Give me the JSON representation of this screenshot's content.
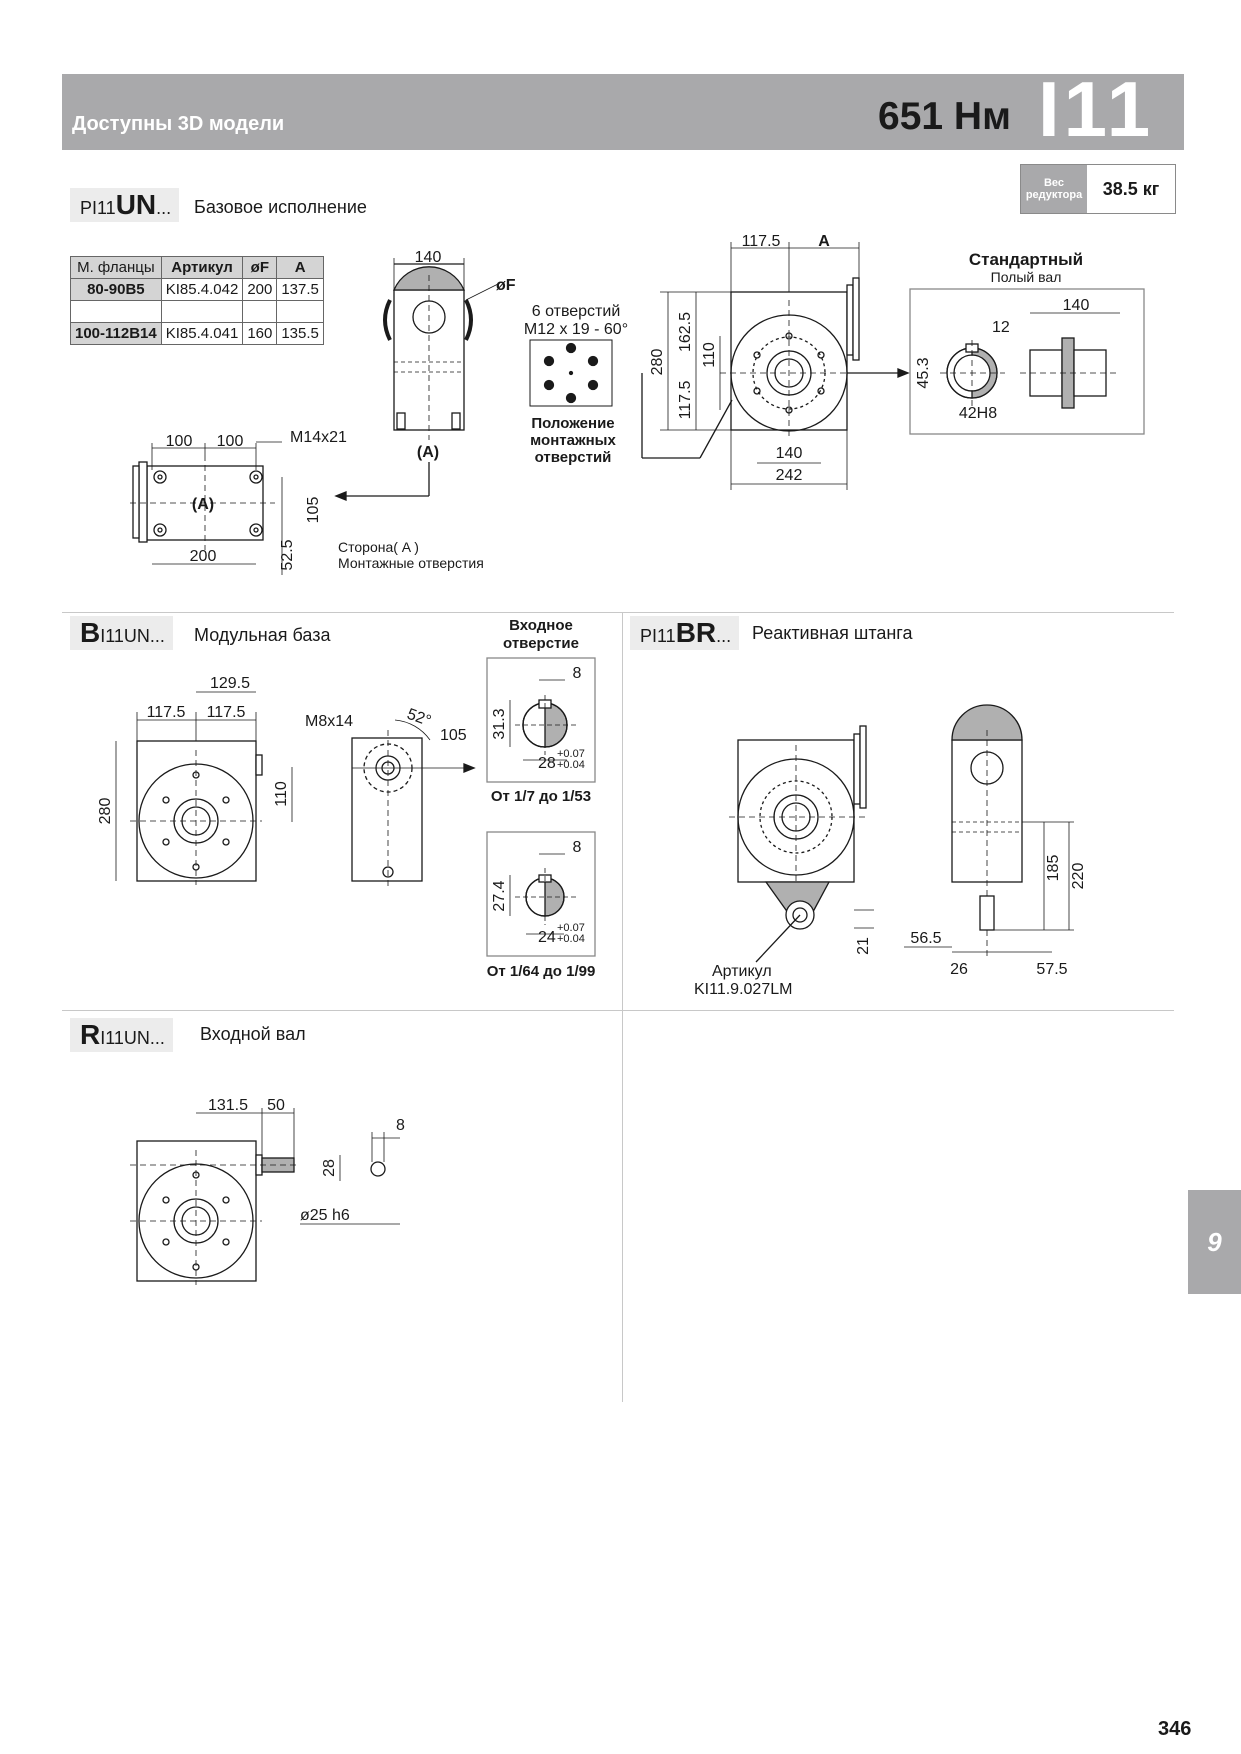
{
  "header": {
    "left_text": "Доступны 3D модели",
    "torque": "651 Нм",
    "code": "I11"
  },
  "weight": {
    "label_line1": "Вес",
    "label_line2": "редуктора",
    "value": "38.5 кг"
  },
  "section_base": {
    "tag_small": "PI11",
    "tag_big": "UN",
    "tag_suffix": "...",
    "title": "Базовое исполнение",
    "table": {
      "headers": [
        "М. фланцы",
        "Артикул",
        "øF",
        "A"
      ],
      "rows": [
        [
          "80-90B5",
          "KI85.4.042",
          "200",
          "137.5"
        ],
        [
          "",
          "",
          "",
          ""
        ],
        [
          "100-112B14",
          "KI85.4.041",
          "160",
          "135.5"
        ]
      ]
    },
    "dims": {
      "top_width": "140",
      "phi_f": "øF",
      "flange_a": "(A)",
      "d100a": "100",
      "d100b": "100",
      "thread": "M14x21",
      "d200": "200",
      "d105": "105",
      "d52_5": "52.5",
      "side_a_line1": "Сторона( A )",
      "side_a_line2": "Монтажные отверстия",
      "holes_line1": "6 отверстий",
      "holes_line2": "M12 x 19 - 60°",
      "pos_line1": "Положение",
      "pos_line2": "монтажных",
      "pos_line3": "отверстий",
      "d117_5": "117.5",
      "dA": "A",
      "d280": "280",
      "d162_5": "162.5",
      "d110": "110",
      "d117_5b": "117.5",
      "d140b": "140",
      "d242": "242"
    },
    "hollow": {
      "title": "Стандартный",
      "subtitle": "Полый вал",
      "d140": "140",
      "d12": "12",
      "d45_3": "45.3",
      "d42h8": "42H8"
    }
  },
  "section_modular": {
    "tag_big": "B",
    "tag_small": "I11UN...",
    "title": "Модульная база",
    "input_title_line1": "Входное",
    "input_title_line2": "отверстие",
    "dims": {
      "d129_5": "129.5",
      "d117_5a": "117.5",
      "d117_5b": "117.5",
      "d280": "280",
      "d110": "110",
      "thread": "M8x14",
      "angle": "52°",
      "d105": "105"
    },
    "bore1": {
      "key": "8",
      "h": "31.3",
      "dia": "28",
      "tol_up": "+0.07",
      "tol_dn": "+0.04",
      "caption": "От 1/7 до 1/53"
    },
    "bore2": {
      "key": "8",
      "h": "27.4",
      "dia": "24",
      "tol_up": "+0.07",
      "tol_dn": "+0.04",
      "caption": "От 1/64 до 1/99"
    }
  },
  "section_torque_arm": {
    "tag_small": "PI11",
    "tag_big": "BR",
    "tag_suffix": "...",
    "title": "Реактивная штанга",
    "dims": {
      "d185": "185",
      "d220": "220",
      "d21": "21",
      "d56_5": "56.5",
      "d26": "26",
      "d57_5": "57.5",
      "article_label": "Артикул",
      "article": "KI11.9.027LM"
    }
  },
  "section_input_shaft": {
    "tag_big": "R",
    "tag_small": "I11UN...",
    "title": "Входной вал",
    "dims": {
      "d131_5": "131.5",
      "d50": "50",
      "d8": "8",
      "d28": "28",
      "shaft": "ø25 h6"
    }
  },
  "side_tab": "9",
  "page_number": "346"
}
